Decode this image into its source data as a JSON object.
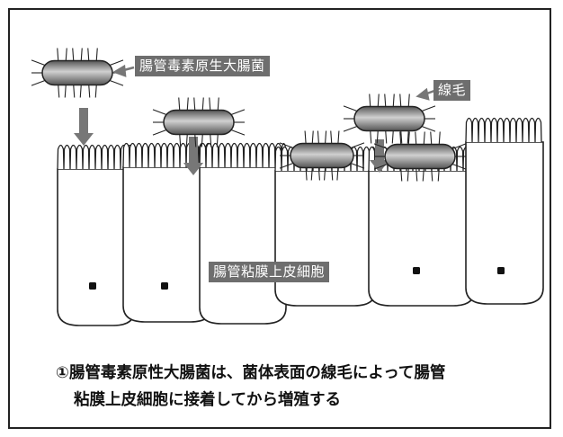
{
  "labels": {
    "bacterium": "腸管毒素原生大腸菌",
    "pili": "線毛",
    "epithelium": "腸管粘膜上皮細胞"
  },
  "caption": {
    "line1": "①腸管毒素原性大腸菌は、菌体表面の線毛によって腸管",
    "line2": "粘膜上皮細胞に接着してから増殖する"
  },
  "colors": {
    "label_bg": "#6e6e6e",
    "label_text": "#ffffff",
    "bacterium_dark": "#555555",
    "bacterium_light": "#d0d0d0",
    "arrow": "#777777",
    "outline": "#222222"
  }
}
